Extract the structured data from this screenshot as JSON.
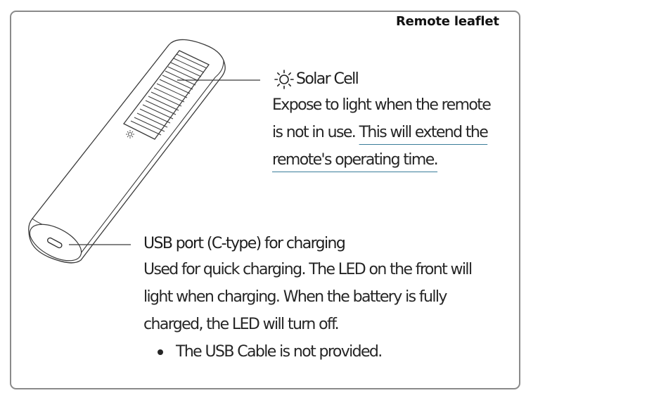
{
  "badge": "Remote leaflet",
  "solar": {
    "icon": "sun-icon",
    "title": "Solar Cell",
    "lines": [
      "Expose to light when the remote",
      "is not in use.",
      "This will extend the",
      "remote's operating time."
    ]
  },
  "usb": {
    "title": "USB port (C-type) for charging",
    "lines": [
      "Used for quick charging. The LED on the front will",
      "light when charging. When the battery is fully",
      "charged, the LED will turn off."
    ],
    "bullet": "The USB Cable is not provided."
  },
  "colors": {
    "border": "#8a8a8a",
    "underline": "#3b7d9a",
    "text": "#262626"
  }
}
